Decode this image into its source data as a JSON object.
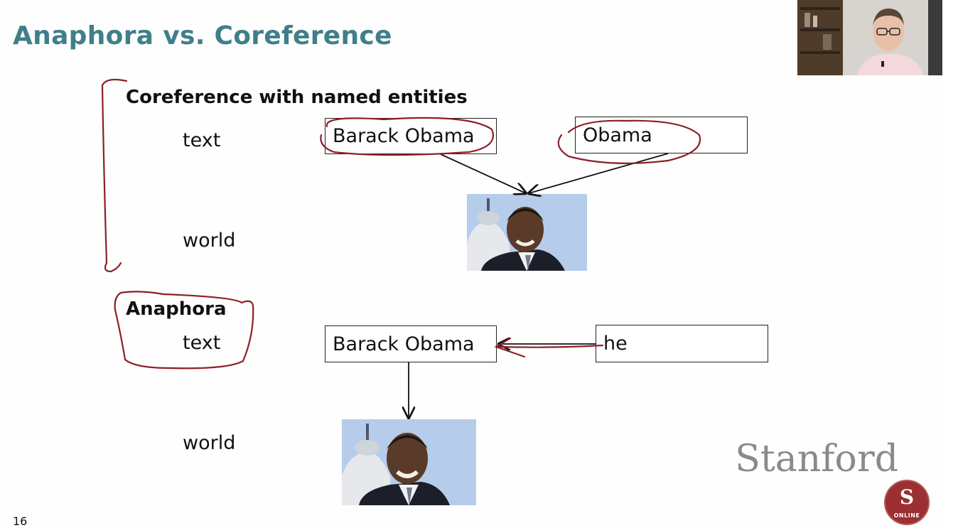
{
  "slide": {
    "title": "Anaphora vs. Coreference",
    "page_number": "16",
    "accent_color": "#3f7f8a",
    "annotation_color": "#8b1f2a"
  },
  "coreference": {
    "heading": "Coreference with named entities",
    "text_label": "text",
    "world_label": "world",
    "mention_1": "Barack Obama",
    "mention_2": "Obama",
    "photo_icon": "obama-photo-icon"
  },
  "anaphora": {
    "heading": "Anaphora",
    "text_label": "text",
    "world_label": "world",
    "antecedent": "Barack Obama",
    "anaphor": "he",
    "photo_icon": "obama-photo-icon"
  },
  "branding": {
    "institution": "Stanford",
    "seal_letter": "S",
    "seal_text": "ONLINE",
    "seal_color": "#9b2f32"
  },
  "webcam": {
    "icon": "presenter-video-icon"
  }
}
